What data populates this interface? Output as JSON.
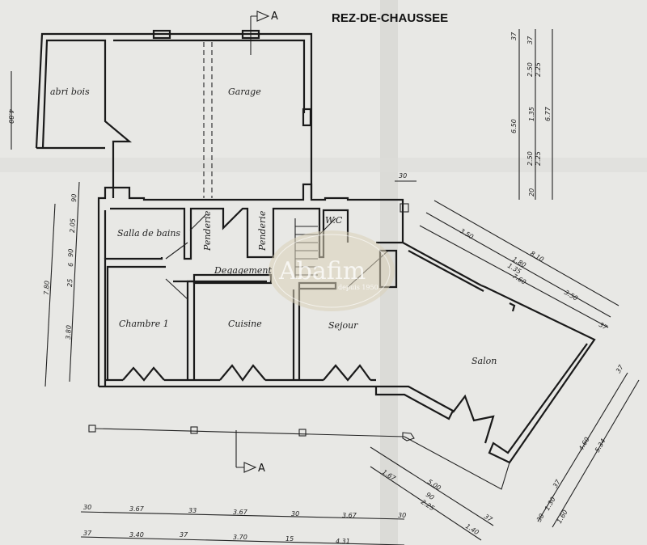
{
  "title": "REZ-DE-CHAUSSEE",
  "section_marker": "A",
  "watermark": {
    "brand": "Abafim",
    "tagline": "depuis 1950",
    "color": "#d9cfb8"
  },
  "paper_color": "#e6e6e3",
  "rooms": {
    "abri_bois": "abri bois",
    "garage": "Garage",
    "salle_de_bains": "Salla de bains",
    "penderie_1": "Penderie",
    "penderie_2": "Penderie",
    "wc": "W.C",
    "degagement": "Degagement",
    "chambre_1": "Chambre 1",
    "cuisine": "Cuisine",
    "sejour": "Sejour",
    "salon": "Salon"
  },
  "dimensions": {
    "left_top": "4.80",
    "left_total": "7.80",
    "left_chain": [
      "90",
      "2.05",
      "90",
      "6",
      "25",
      "3.80"
    ],
    "right_left": [
      "37",
      "6.50"
    ],
    "right_mid": [
      "37",
      "2.50",
      "2.25",
      "1.35",
      "2.50",
      "2.25",
      "20"
    ],
    "right_total": "6.77",
    "step_top": "30",
    "bottom_row1": [
      "30",
      "3.67",
      "33",
      "3.67",
      "30",
      "3.67",
      "30"
    ],
    "bottom_row2": [
      "37",
      "3.40",
      "37",
      "3.70",
      "15",
      "4.31"
    ],
    "diag_upper": [
      "3.50",
      "8.10",
      "1.80",
      "1.35",
      "7.60",
      "3.50",
      "37"
    ],
    "diag_lower": [
      "1.67",
      "5.00",
      "90",
      "2.25",
      "1.40",
      "37"
    ],
    "diag_right": [
      "37",
      "4.60",
      "5.34",
      "30",
      "1.30",
      "37",
      "1.60"
    ]
  }
}
